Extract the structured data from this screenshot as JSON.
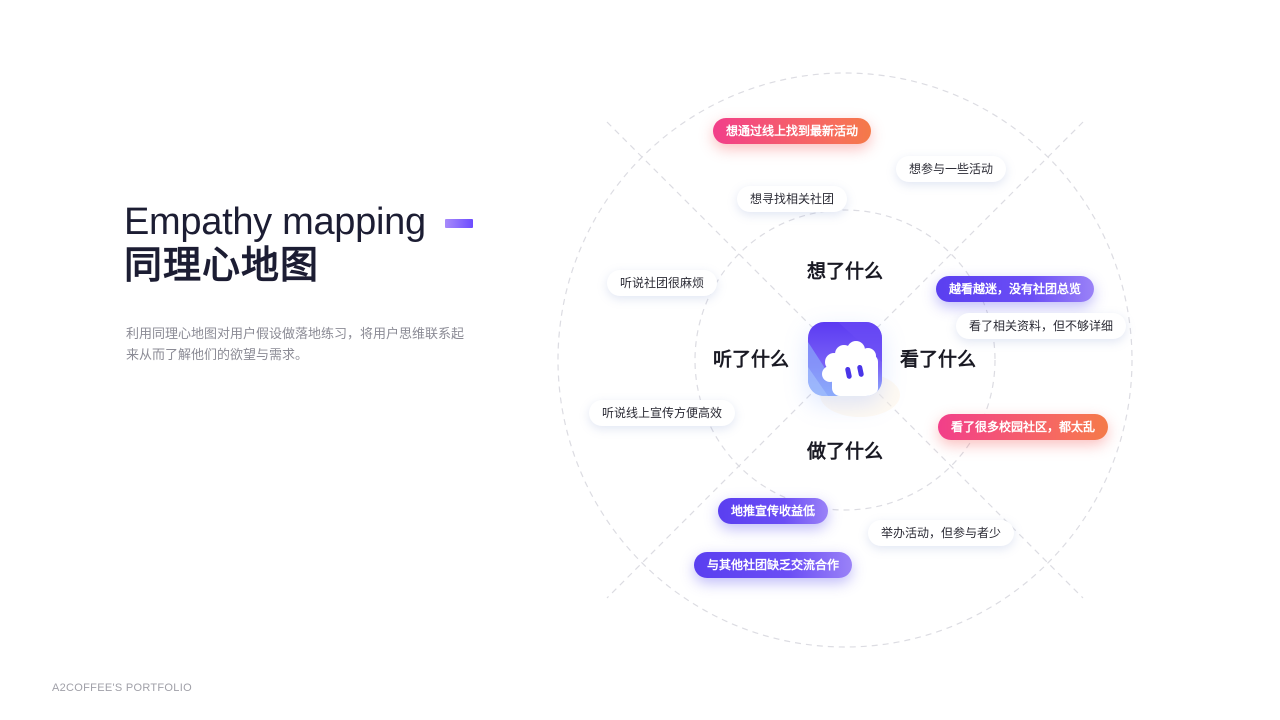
{
  "header": {
    "title_en": "Empathy mapping",
    "title_cn": "同理心地图",
    "accent_color": "#6d4cff",
    "description": "利用同理心地图对用户假设做落地练习，将用户思维联系起来从而了解他们的欲望与需求。"
  },
  "footer": {
    "text": "A2COFFEE'S PORTFOLIO"
  },
  "diagram": {
    "center_icon": "cloud-mascot-app-icon",
    "quadrants": {
      "think": "想了什么",
      "see": "看了什么",
      "hear": "听了什么",
      "do": "做了什么"
    },
    "notes": [
      {
        "text": "想通过线上找到最新活动",
        "style": "warm",
        "quadrant": "think"
      },
      {
        "text": "想参与一些活动",
        "style": "plain",
        "quadrant": "think"
      },
      {
        "text": "想寻找相关社团",
        "style": "plain",
        "quadrant": "think"
      },
      {
        "text": "越看越迷，没有社团总览",
        "style": "cool",
        "quadrant": "see"
      },
      {
        "text": "看了相关资料，但不够详细",
        "style": "plain",
        "quadrant": "see"
      },
      {
        "text": "看了很多校园社区，都太乱",
        "style": "warm",
        "quadrant": "see"
      },
      {
        "text": "听说社团很麻烦",
        "style": "plain",
        "quadrant": "hear"
      },
      {
        "text": "听说线上宣传方便高效",
        "style": "plain",
        "quadrant": "hear"
      },
      {
        "text": "地推宣传收益低",
        "style": "cool",
        "quadrant": "do"
      },
      {
        "text": "举办活动，但参与者少",
        "style": "plain",
        "quadrant": "do"
      },
      {
        "text": "与其他社团缺乏交流合作",
        "style": "cool",
        "quadrant": "do"
      }
    ],
    "colors": {
      "warm_start": "#f23f8a",
      "warm_end": "#f47a48",
      "cool_start": "#5a3ff0",
      "cool_end": "#9a82f7",
      "ring": "#d9d9de"
    }
  }
}
